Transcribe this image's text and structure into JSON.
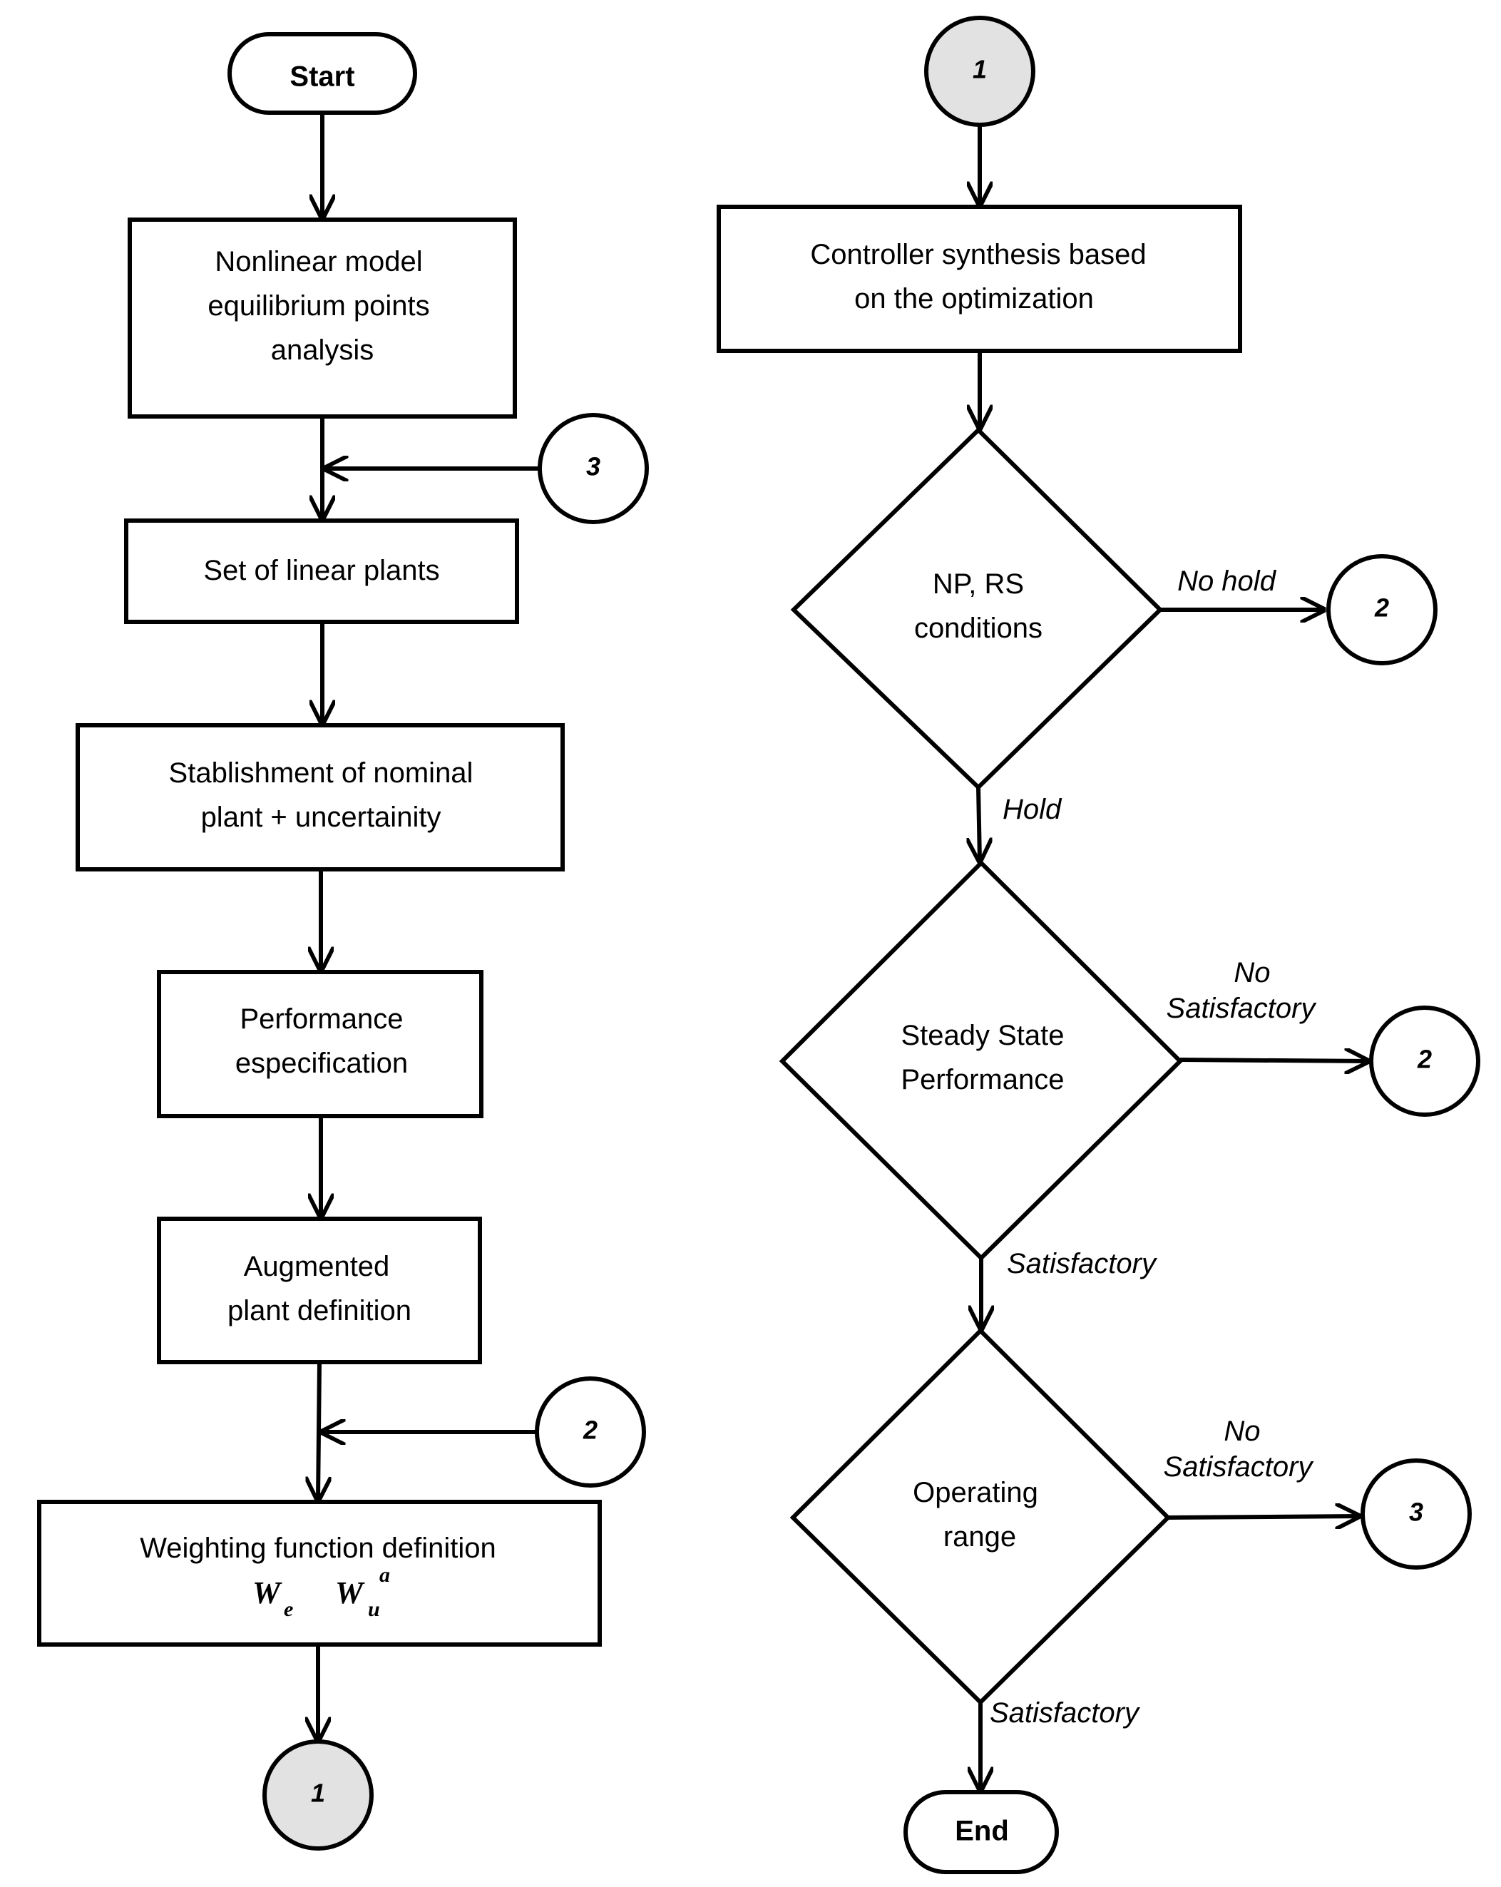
{
  "start": "Start",
  "end": "End",
  "boxes": {
    "nonlinear": [
      "Nonlinear model",
      "equilibrium points",
      "analysis"
    ],
    "linear_plants": [
      "Set of linear plants"
    ],
    "nominal": [
      "Stablishment of nominal",
      "plant + uncertainity"
    ],
    "performance": [
      "Performance",
      "especification"
    ],
    "augmented": [
      "Augmented",
      "plant definition"
    ],
    "weighting": [
      "Weighting function definition"
    ],
    "controller": [
      "Controller synthesis based",
      "on the optimization"
    ]
  },
  "weighting_math": {
    "w1": "W",
    "w1_sub": "e",
    "w2": "W",
    "w2_sub": "u",
    "w2_sup": "a"
  },
  "decisions": {
    "np_rs": [
      "NP, RS",
      "conditions"
    ],
    "steady": [
      "Steady State",
      "Performance"
    ],
    "operating": [
      "Operating",
      "range"
    ]
  },
  "connectors": {
    "c1_left": "1",
    "c1_right": "1",
    "c3_left": "3",
    "c2_left": "2",
    "c2_np": "2",
    "c2_steady": "2",
    "c3_operating": "3"
  },
  "edge_labels": {
    "no_hold": "No hold",
    "hold": "Hold",
    "no_sat_1": [
      "No",
      "Satisfactory"
    ],
    "sat_1": "Satisfactory",
    "no_sat_2": [
      "No",
      "Satisfactory"
    ],
    "sat_2": "Satisfactory"
  }
}
